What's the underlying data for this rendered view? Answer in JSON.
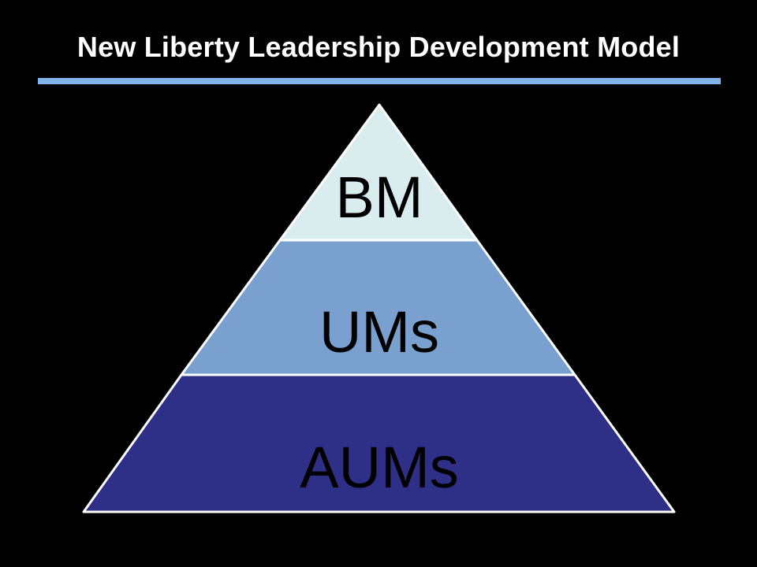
{
  "slide": {
    "title": "New Liberty Leadership Development Model"
  },
  "pyramid": {
    "tiers": [
      {
        "label": "BM",
        "fill": "#d9ecee"
      },
      {
        "label": "UMs",
        "fill": "#7aa0cf"
      },
      {
        "label": "AUMs",
        "fill": "#2e2f87"
      }
    ],
    "outline_color": "#ffffff",
    "accent_rule_color": "#7fb3ea"
  }
}
